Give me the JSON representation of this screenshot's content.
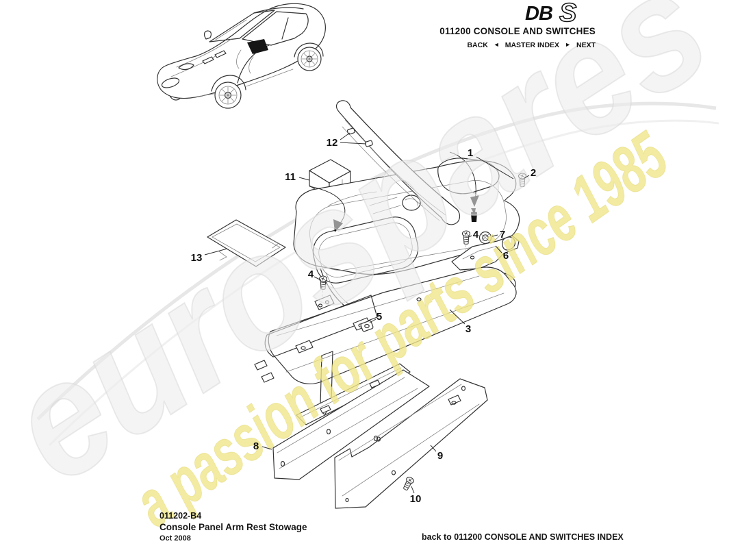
{
  "header": {
    "logo": {
      "db": "DB",
      "s": "S"
    },
    "title": "011200 CONSOLE AND SWITCHES",
    "nav": {
      "back": "BACK",
      "back_arrow": "◄",
      "master_index": "MASTER INDEX",
      "next_arrow": "►",
      "next": "NEXT"
    }
  },
  "watermark": {
    "brand": "eurospares",
    "tagline": "a passion for parts since 1985"
  },
  "diagram": {
    "callout_labels": {
      "c1": "1",
      "c2": "2",
      "c3": "3",
      "c4a": "4",
      "c4b": "4",
      "c5": "5",
      "c6": "6",
      "c7": "7",
      "c8": "8",
      "c9": "9",
      "c10": "10",
      "c11": "11",
      "c12": "12",
      "c13": "13"
    }
  },
  "footer": {
    "drawing_number": "011202-B4",
    "drawing_title": "Console Panel Arm Rest Stowage",
    "date": "Oct 2008",
    "back_link": "back to 011200 CONSOLE AND SWITCHES INDEX"
  },
  "colors": {
    "accent_yellow": "#efe68a",
    "watermark_gray": "#ececec",
    "line": "#333333"
  }
}
